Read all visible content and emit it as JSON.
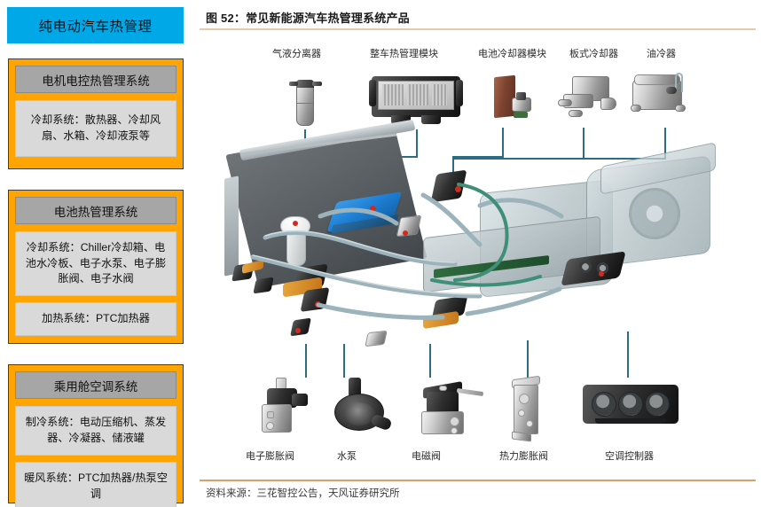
{
  "sidebar": {
    "header": "纯电动汽车热管理",
    "groups": [
      {
        "title": "电机电控热管理系统",
        "items": [
          "冷却系统：散热器、冷却风扇、水箱、冷却液泵等"
        ]
      },
      {
        "title": "电池热管理系统",
        "items": [
          "冷却系统：Chiller冷却箱、电池水冷板、电子水泵、电子膨胀阀、电子水阀",
          "加热系统：PTC加热器"
        ]
      },
      {
        "title": "乘用舱空调系统",
        "items": [
          "制冷系统：电动压缩机、蒸发器、冷凝器、储液罐",
          "暖风系统：PTC加热器/热泵空调"
        ]
      }
    ]
  },
  "panel": {
    "figure_title": "图 52：常见新能源汽车热管理系统产品",
    "source": "资料来源：三花智控公告，天风证券研究所"
  },
  "diagram": {
    "top_labels": [
      "气液分离器",
      "整车热管理模块",
      "电池冷却器模块",
      "板式冷却器",
      "油冷器"
    ],
    "bottom_labels": [
      "电子膨胀阀",
      "水泵",
      "电磁阀",
      "热力膨胀阀",
      "空调控制器"
    ]
  },
  "colors": {
    "header_blue": "#00a8e8",
    "group_orange": "#ffa400",
    "group_title_gray": "#a6a6a6",
    "group_item_gray": "#d9d9d9",
    "leader_line": "#2d6c82",
    "rule": "#e8c9a8",
    "accent_blue_part": "#1e7fd4",
    "accent_red_dot": "#d32a1e"
  }
}
